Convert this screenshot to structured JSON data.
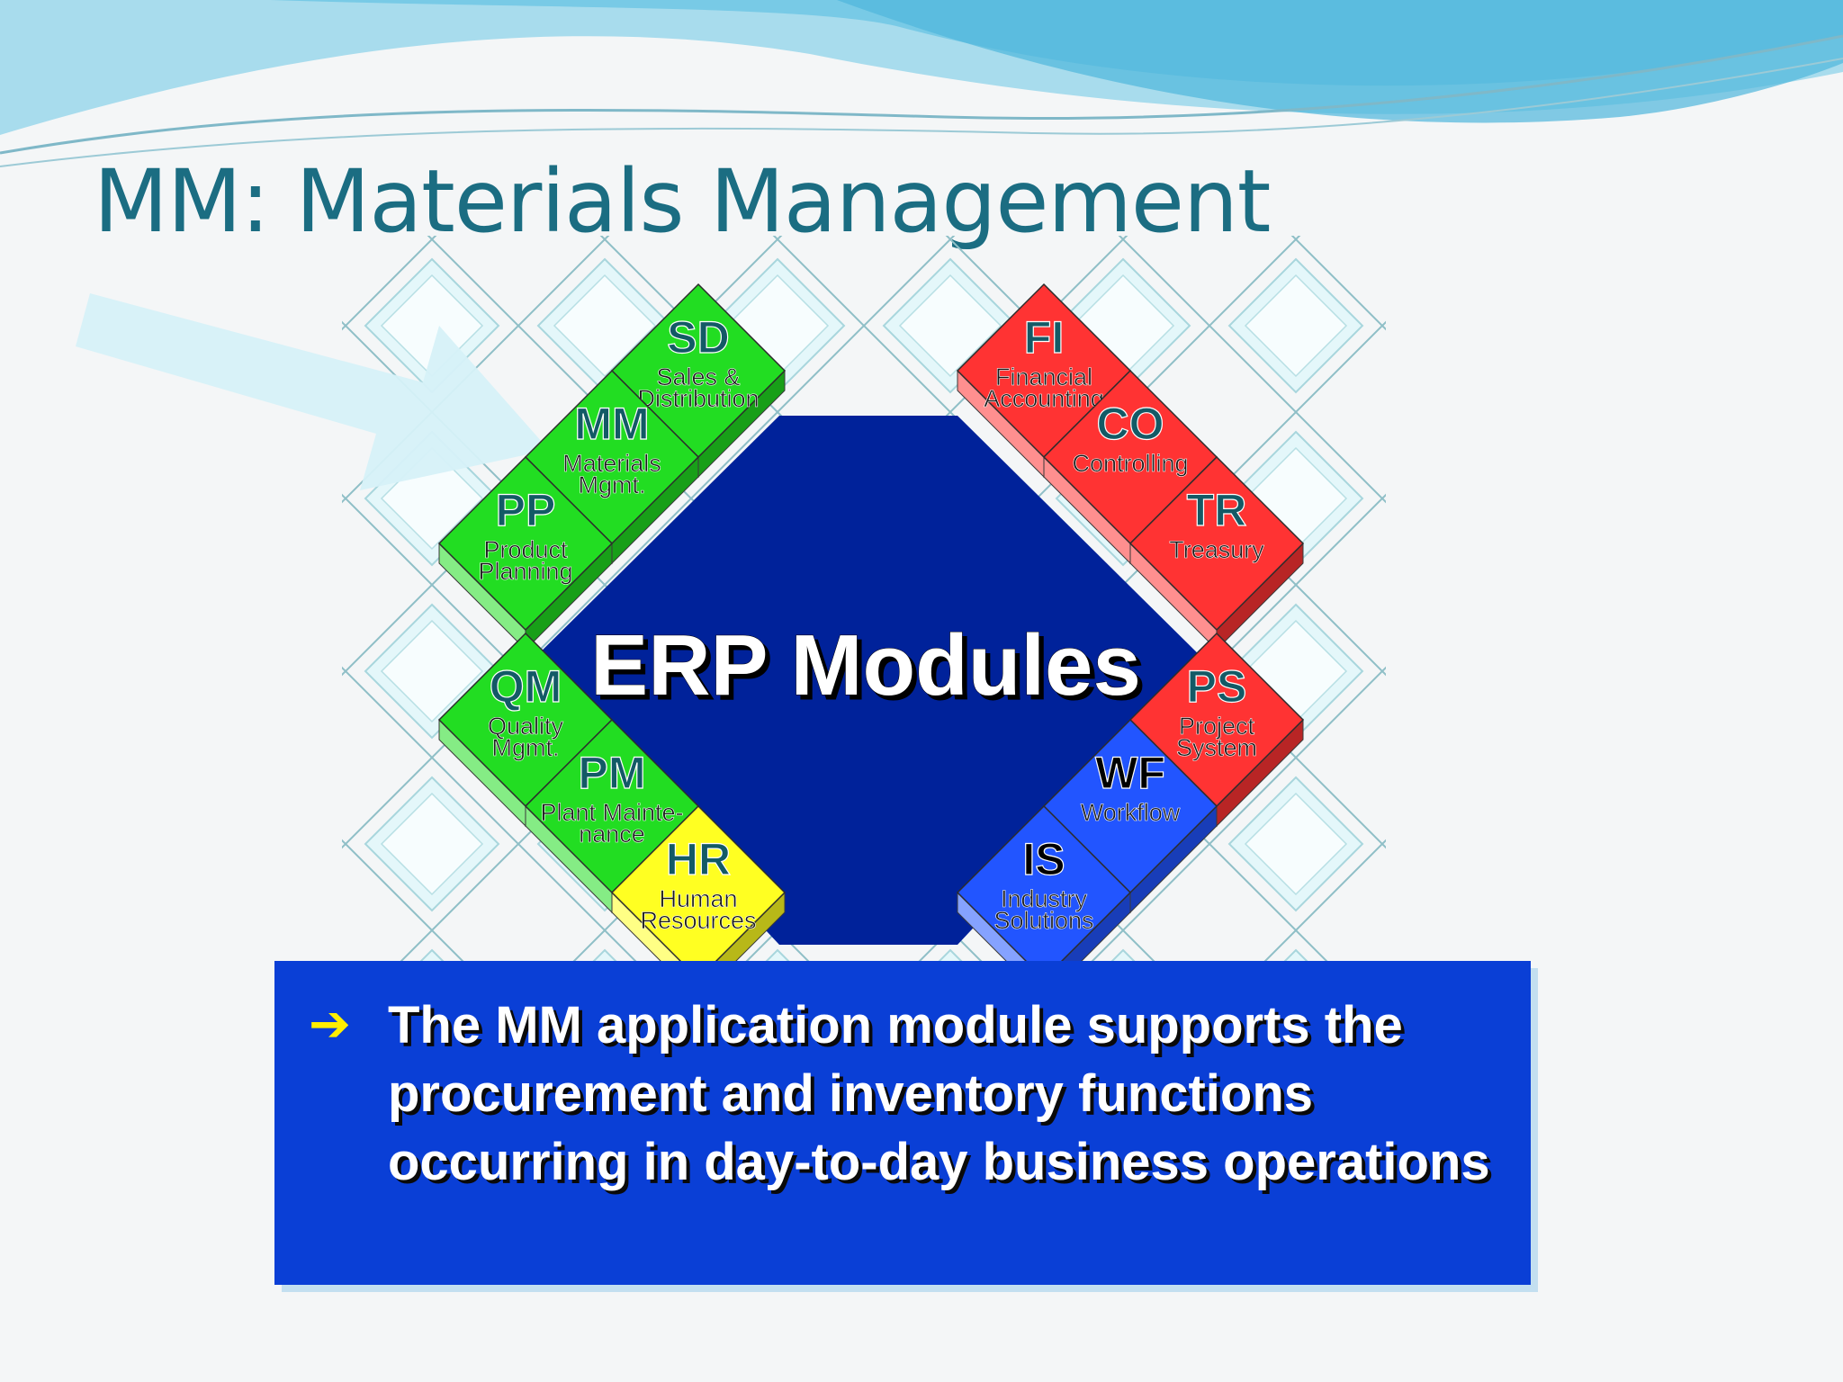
{
  "slide": {
    "title": "MM: Materials Management"
  },
  "diagram": {
    "center_label": "ERP Modules",
    "modules": [
      {
        "code": "SD",
        "line1": "Sales &",
        "line2": "Distribution",
        "color": "#22dd22",
        "highlighted": false
      },
      {
        "code": "MM",
        "line1": "Materials",
        "line2": "Mgmt.",
        "color": "#22dd22",
        "highlighted": true
      },
      {
        "code": "PP",
        "line1": "Product",
        "line2": "Planning",
        "color": "#22dd22",
        "highlighted": false
      },
      {
        "code": "QM",
        "line1": "Quality",
        "line2": "Mgmt.",
        "color": "#22dd22",
        "highlighted": false
      },
      {
        "code": "PM",
        "line1": "Plant Mainte-",
        "line2": "nance",
        "color": "#22dd22",
        "highlighted": false
      },
      {
        "code": "HR",
        "line1": "Human",
        "line2": "Resources",
        "color": "#ffff22",
        "highlighted": false
      },
      {
        "code": "FI",
        "line1": "Financial",
        "line2": "Accounting",
        "color": "#ff3333",
        "highlighted": false
      },
      {
        "code": "CO",
        "line1": "Controlling",
        "line2": "",
        "color": "#ff3333",
        "highlighted": false
      },
      {
        "code": "TR",
        "line1": "Treasury",
        "line2": "",
        "color": "#ff3333",
        "highlighted": false
      },
      {
        "code": "PS",
        "line1": "Project",
        "line2": "System",
        "color": "#ff3333",
        "highlighted": false
      },
      {
        "code": "WF",
        "line1": "Workflow",
        "line2": "",
        "color": "#2255ff",
        "highlighted": false
      },
      {
        "code": "IS",
        "line1": "Industry",
        "line2": "Solutions",
        "color": "#2255ff",
        "highlighted": false
      }
    ],
    "hub_color": "#00229a",
    "pointer_arrow": "light-blue-arrow-icon"
  },
  "callout": {
    "bullet_icon": "right-arrow-icon",
    "text": "The MM application module supports the procurement and inventory functions occurring in day-to-day business operations"
  }
}
